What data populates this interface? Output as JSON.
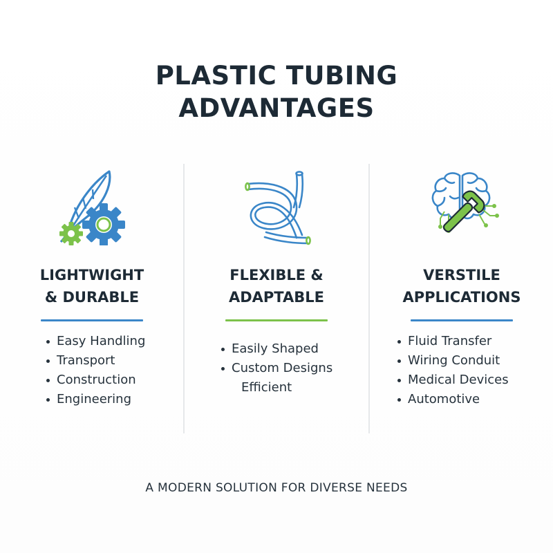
{
  "title": {
    "line1": "PLASTIC TUBING",
    "line2": "ADVANTAGES"
  },
  "columns": [
    {
      "icon": "feather-gears-icon",
      "heading_line1": "LIGHTWIGHT",
      "heading_line2": "& DURABLE",
      "accent": "#3a86c8",
      "items": [
        "Easy Handling",
        "Transport",
        "Construction",
        "Engineering"
      ]
    },
    {
      "icon": "coiled-tube-icon",
      "heading_line1": "FLEXIBLE &",
      "heading_line2": "ADAPTABLE",
      "accent": "#7cc24a",
      "items": [
        "Easily Shaped",
        "Custom Designs",
        "Efficient"
      ]
    },
    {
      "icon": "brain-wrench-icon",
      "heading_line1": "VERSTILE",
      "heading_line2": "APPLICATIONS",
      "accent": "#3a86c8",
      "items": [
        "Fluid Transfer",
        "Wiring Conduit",
        "Medical Devices",
        "Automotive"
      ]
    }
  ],
  "footer": "A MODERN SOLUTION FOR DIVERSE NEEDS",
  "colors": {
    "blue": "#3a86c8",
    "green": "#7cc24a",
    "text": "#1d2a35"
  }
}
